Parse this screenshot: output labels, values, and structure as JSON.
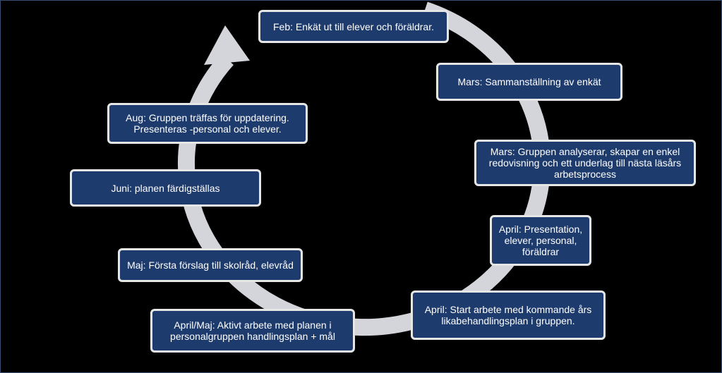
{
  "colors": {
    "background": "#000000",
    "box_fill": "#1e3b6e",
    "box_border": "#e6e6e6",
    "ring": "#d4d5da",
    "text": "#ffffff"
  },
  "steps": [
    {
      "text": "Feb: Enkät ut till elever och föräldrar."
    },
    {
      "text": "Mars: Sammanställning av enkät"
    },
    {
      "text": "Mars: Gruppen analyserar, skapar en enkel redovisning och ett underlag till nästa läsårs arbetsprocess"
    },
    {
      "text": "April: Presentation, elever, personal, föräldrar"
    },
    {
      "text": "April: Start arbete med kommande års likabehandlingsplan i gruppen."
    },
    {
      "text": "April/Maj: Aktivt arbete med planen i personalgruppen handlingsplan + mål"
    },
    {
      "text": "Maj: Första förslag till skolråd, elevråd"
    },
    {
      "text": "Juni: planen färdigställas"
    },
    {
      "text": "Aug: Gruppen träffas för uppdatering. Presenteras -personal och elever."
    }
  ]
}
